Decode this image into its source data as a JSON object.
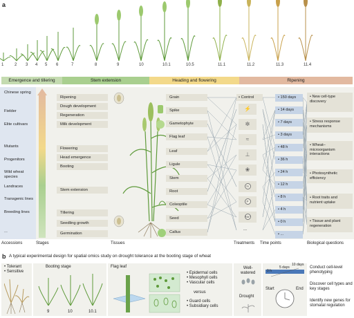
{
  "panel_a": {
    "letter": "a",
    "stages": [
      "1",
      "2",
      "3",
      "4",
      "5",
      "6",
      "7",
      "8",
      "9",
      "10",
      "10.1",
      "10.5",
      "11.1",
      "11.2",
      "11.3",
      "11.4"
    ],
    "phases": [
      {
        "name": "Emergence and tillering",
        "color": "#c4dbb0"
      },
      {
        "name": "Stem extension",
        "color": "#a9cf8f"
      },
      {
        "name": "Heading and flowering",
        "color": "#f3d98a"
      },
      {
        "name": "Ripening",
        "color": "#e2b9a0"
      }
    ],
    "accessions": [
      "Chinese spring",
      "Fielder",
      "Elite cultivars",
      "Mutants",
      "Progenitors",
      "Wild wheat species",
      "Landraces",
      "Transgenic lines",
      "Breeding lines",
      "..."
    ],
    "tissue_stages": [
      "Ripening",
      "Dough development",
      "Regeneration",
      "Milk development",
      "Flowering",
      "Head emergence",
      "Booting",
      "Stem extension",
      "Tillering",
      "Seedling growth",
      "Germination"
    ],
    "tissues": [
      "Grain",
      "Spike",
      "Gametophyte",
      "Flag leaf",
      "Leaf",
      "Ligule",
      "Stem",
      "Root",
      "Coleoptile",
      "Seed",
      "Callus"
    ],
    "treatments": {
      "control": "Control",
      "icons": [
        "lightning-icon",
        "microbe-icon",
        "insect-icon",
        "thermometer-icon",
        "leaf-icon",
        "N",
        "P",
        "Na⁺",
        "..."
      ]
    },
    "time_points": [
      "150 days",
      "14 days",
      "7 days",
      "3 days",
      "48 h",
      "36 h",
      "24 h",
      "12 h",
      "8 h",
      "4 h",
      "0 h",
      "..."
    ],
    "bio_questions": [
      "New cell-type discovery",
      "Stress response mechanisms",
      "Wheat–microorganism interactions",
      "Photosynthetic efficiency",
      "Root traits and nutrient uptake",
      "Tissue and plant regeneration"
    ],
    "column_labels": {
      "accessions": "Accessions",
      "stages": "Stages",
      "tissues": "Tissues",
      "treatments": "Treatments",
      "time_points": "Time points",
      "bio_questions": "Biological questions"
    }
  },
  "panel_b": {
    "letter": "b",
    "title": "A typical experimental design for spatial omics study on drought tolerance at the booting stage of wheat",
    "tolerant": "• Tolerant",
    "sensitive": "• Sensitive",
    "booting_stage": "Booting stage",
    "booting_numbers": [
      "9",
      "10",
      "10.1"
    ],
    "flag_leaf": "Flag leaf",
    "cells_a": [
      "• Epidermal cells",
      "• Mesophyll cells",
      "• Vascular cells"
    ],
    "versus": "versus",
    "cells_b": [
      "• Guard cells",
      "• Subsidiary cells"
    ],
    "well_watered": "Well-\nwatered",
    "drought": "Drought",
    "timeline": {
      "t0": "0 h",
      "t5": "5 days",
      "t10": "10 days",
      "start": "Start",
      "end": "End"
    },
    "goals": [
      "Conduct cell-level phenotyping",
      "Discover cell types and key stages",
      "Identify new genes for stomatal regulation"
    ]
  },
  "colors": {
    "box": "#e4e2d7",
    "timepoint": "#c6d4e6",
    "accession_bg": "#dfe6f0",
    "green_plant": "#5e9a3a",
    "line": "#9aa7b0"
  }
}
